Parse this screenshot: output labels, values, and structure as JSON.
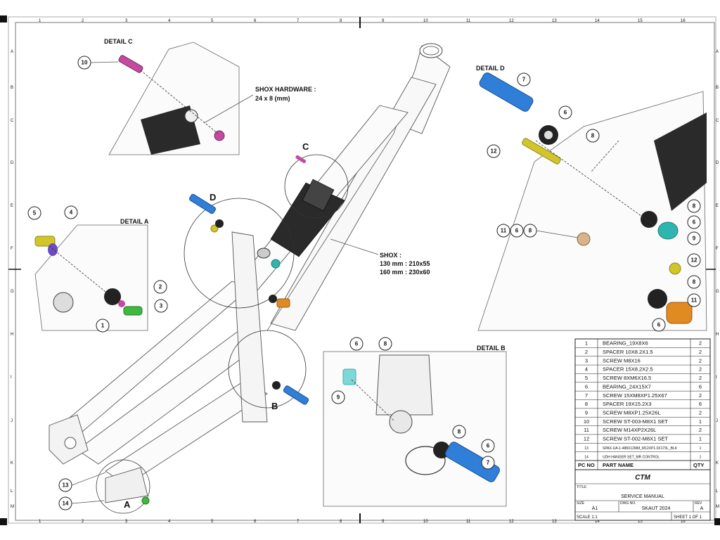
{
  "grid": {
    "columns": [
      "1",
      "2",
      "3",
      "4",
      "5",
      "6",
      "7",
      "8",
      "9",
      "10",
      "11",
      "12",
      "13",
      "14",
      "15",
      "16"
    ],
    "rows": [
      "A",
      "B",
      "C",
      "D",
      "E",
      "F",
      "G",
      "H",
      "I",
      "J",
      "K",
      "L",
      "M"
    ]
  },
  "details": {
    "c": "DETAIL C",
    "d": "DETAIL D",
    "a": "DETAIL A",
    "b": "DETAIL B"
  },
  "circle_letters": {
    "c": "C",
    "d": "D",
    "a": "A",
    "b": "B"
  },
  "shox_hardware": {
    "line1": "SHOX HARDWARE :",
    "line2": "24 x 8 (mm)"
  },
  "shox": {
    "title": "SHOX :",
    "line1": "130 mm : 210x55",
    "line2": "160 mm : 230x60"
  },
  "callouts": {
    "c10": "10",
    "d7": "7",
    "d6": "6",
    "d8": "8",
    "d12": "12",
    "d8b": "8",
    "d6b": "6",
    "d9": "9",
    "d11a": "11",
    "d6a": "6",
    "d8a": "8",
    "d12b": "12",
    "d8c": "8",
    "d11b": "11",
    "d6c": "6",
    "a5": "5",
    "a4": "4",
    "a2": "2",
    "a3": "3",
    "a1": "1",
    "b6": "6",
    "b8": "8",
    "b9": "9",
    "b8b": "8",
    "b6b": "6",
    "b7": "7",
    "m13": "13",
    "m14": "14"
  },
  "bom": {
    "rows": [
      {
        "no": "1",
        "name": "BEARING_19X8X6",
        "qty": "2"
      },
      {
        "no": "2",
        "name": "SPACER 10X8.2X1.5",
        "qty": "2"
      },
      {
        "no": "3",
        "name": "SCREW M8X16",
        "qty": "2"
      },
      {
        "no": "4",
        "name": "SPACER 15X8.2X2.5",
        "qty": "2"
      },
      {
        "no": "5",
        "name": "SCREW 8XM6X16.5",
        "qty": "2"
      },
      {
        "no": "6",
        "name": "BEARING_24X15X7",
        "qty": "6"
      },
      {
        "no": "7",
        "name": "SCREW 15XM8XP1.25X67",
        "qty": "2"
      },
      {
        "no": "8",
        "name": "SPACER 19X15.2X3",
        "qty": "6"
      },
      {
        "no": "9",
        "name": "SCREW M8XP1.25X26L",
        "qty": "2"
      },
      {
        "no": "10",
        "name": "SCREW ST-003-M8X1 SET",
        "qty": "1"
      },
      {
        "no": "11",
        "name": "SCREW M14XP2X26L",
        "qty": "2"
      },
      {
        "no": "12",
        "name": "SCREW ST-002-M8X1 SET",
        "qty": "1"
      },
      {
        "no": "13",
        "name": "SPAX-UA-1-488X12MM_M12XP1.0X173L_BLK",
        "qty": "1"
      },
      {
        "no": "14",
        "name": "UDH HANGER SET_MR CONTROL",
        "qty": "1"
      }
    ],
    "header": {
      "no": "PC NO",
      "name": "PART NAME",
      "qty": "QTY"
    }
  },
  "title_block": {
    "logo": "CTM",
    "title": "SERVICE MANUAL",
    "size": "A1",
    "dwg": "SKAUT 2024",
    "rev": "A",
    "scale": "SCALE 1:1",
    "sheet": "SHEET 1 OF 1",
    "title_lbl": "TITLE:",
    "size_lbl": "SIZE",
    "dwg_lbl": "DWG NO.",
    "rev_lbl": "REV"
  },
  "colors": {
    "blue": "#2f7fd8",
    "magenta": "#c44aa0",
    "teal": "#2fb5b0",
    "orange": "#e08a22",
    "yellow": "#d2c52a",
    "green": "#3fb83f",
    "purple": "#6c4ac0",
    "shock": "#2a2a2a"
  }
}
